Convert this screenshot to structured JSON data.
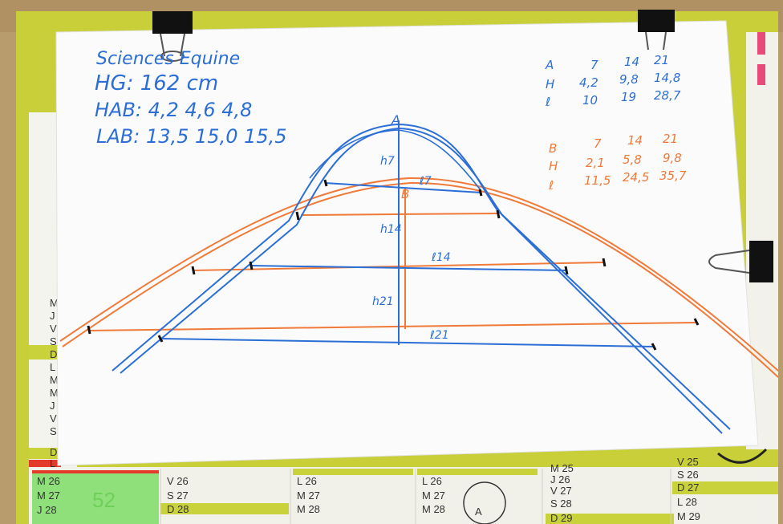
{
  "notes": {
    "title": "Sciences Equine",
    "hg": "HG: 162 cm",
    "hab": "HAB: 4,2   4,6   4,8",
    "lab": "LAB: 13,5  15,0  15,5"
  },
  "table_blue": {
    "headers": [
      "A",
      "7",
      "14",
      "21"
    ],
    "h_row": [
      "H",
      "4,2",
      "9,8",
      "14,8"
    ],
    "l_row": [
      "ℓ",
      "10",
      "19",
      "28,7"
    ]
  },
  "table_orange": {
    "headers": [
      "B",
      "7",
      "14",
      "21"
    ],
    "h_row": [
      "H",
      "2,1",
      "5,8",
      "9,8"
    ],
    "l_row": [
      "ℓ",
      "11,5",
      "24,5",
      "35,7"
    ]
  },
  "diagram_labels": {
    "apex": "A",
    "b": "B",
    "h7": "h7",
    "h14": "h14",
    "h21": "h21",
    "l7": "ℓ7",
    "l14": "ℓ14",
    "l21": "ℓ21"
  },
  "calendar": {
    "col1": [
      "M 26",
      "M 27",
      "J 28"
    ],
    "big_number": "52",
    "col2": [
      "V 26",
      "S 27",
      "D 28"
    ],
    "col3": [
      "L 26",
      "M 27",
      "M 28"
    ],
    "col4": [
      "L 26",
      "M 27",
      "M 28"
    ],
    "circled": "A",
    "col5": [
      "M 25",
      "J 26",
      "V 27",
      "S 28",
      "D 29"
    ],
    "col6": [
      "V 25",
      "S 26",
      "D 27",
      "L 28",
      "M 29"
    ],
    "side_letters": [
      "M",
      "J",
      "V",
      "S",
      "D",
      "L",
      "M",
      "M",
      "J",
      "V",
      "S",
      "D",
      "L"
    ]
  },
  "colors": {
    "blue": "#2b6fd6",
    "orange": "#f07a3a",
    "binder": "#c7cf3a"
  }
}
